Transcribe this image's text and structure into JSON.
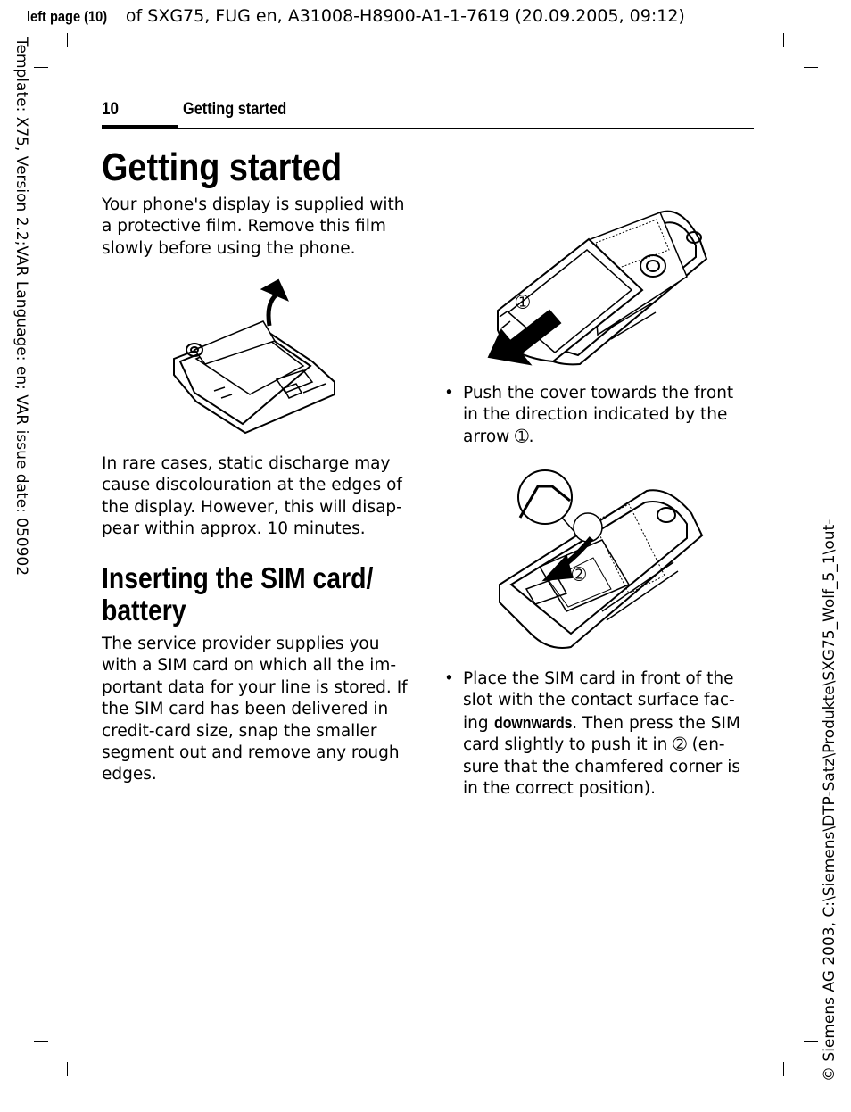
{
  "meta": {
    "left_page": "left page (10)",
    "job_info": " of SXG75, FUG en, A31008-H8900-A1-1-7619 (20.09.2005, 09:12)",
    "template_info": "Template: X75, Version 2.2;VAR Language: en; VAR issue date: 050902",
    "copyright_path": "© Siemens AG 2003, C:\\Siemens\\DTP-Satz\\Produkte\\SXG75_Wolf_5_1\\out-"
  },
  "header": {
    "page_number": "10",
    "section_title": "Getting started"
  },
  "content": {
    "main_title": "Getting started",
    "intro_lines": [
      "Your phone's display is supplied with",
      "a protective film. Remove this film",
      "slowly before using the phone."
    ],
    "discharge_lines": [
      "In rare cases, static discharge may",
      "cause discolouration at the edges of",
      "the display. However, this will disap-",
      "pear within approx. 10 minutes."
    ],
    "sim_title_lines": [
      "Inserting the SIM card/",
      "battery"
    ],
    "sim_lines": [
      "The service provider supplies you",
      "with a SIM card on which all the im-",
      "portant data for your line is stored. If",
      "the SIM card has been delivered in",
      "credit-card size, snap the smaller",
      "segment out and remove any rough",
      "edges."
    ],
    "bullet1_lines": [
      "Push the cover towards the front",
      "in the direction indicated by the",
      "arrow ➀."
    ],
    "bullet2": {
      "line1": "Place the SIM card in front of the",
      "line2": "slot with the contact surface fac-",
      "line3_pre": "ing ",
      "line3_bold": "downwards",
      "line3_post": ". Then press the SIM",
      "line4": "card slightly to push it in ➁ (en-",
      "line5": "sure that the chamfered corner is",
      "line6": "in the correct position)."
    },
    "bullet_symbol": "•",
    "callout_1": "➀",
    "callout_2": "➁"
  }
}
